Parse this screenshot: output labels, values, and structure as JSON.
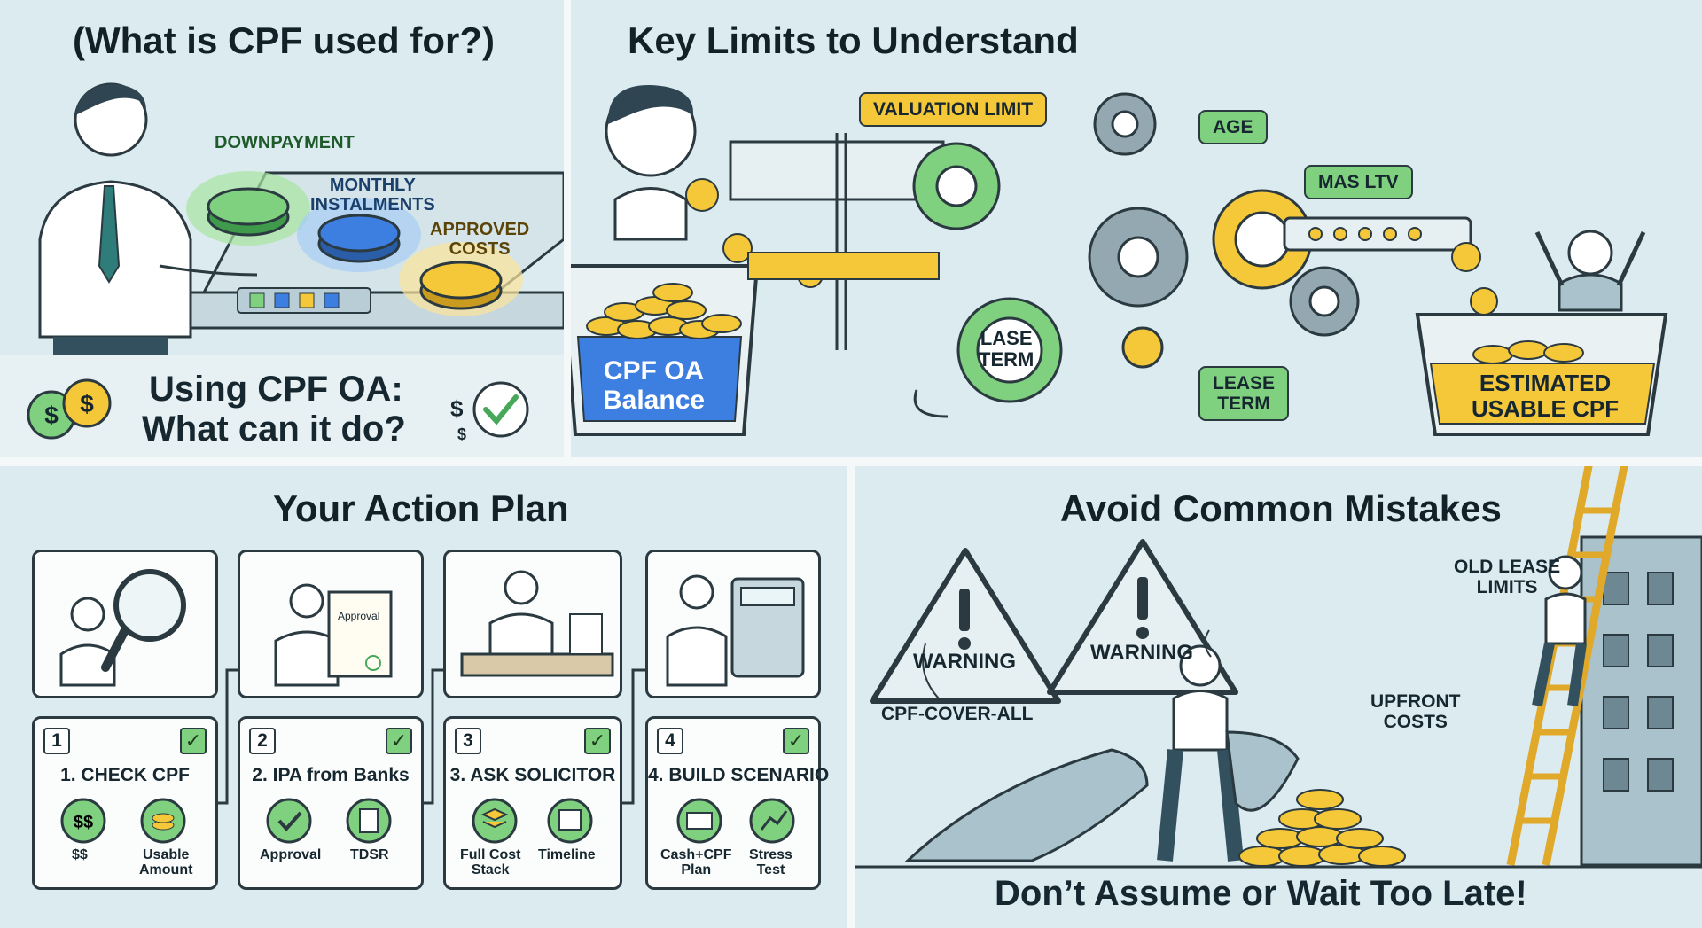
{
  "panel1": {
    "title": "(What is CPF used for?)",
    "buttons": {
      "downpayment": "DOWNPAYMENT",
      "monthly": "MONTHLY\nINSTALMENTS",
      "approved": "APPROVED\nCOSTS"
    },
    "subtitle_line1": "Using CPF OA:",
    "subtitle_line2": "What can it do?",
    "coin_symbol": "$"
  },
  "panel2": {
    "title": "Key Limits to Understand",
    "labels": {
      "valuation_limit": "VALUATION LIMIT",
      "age": "AGE",
      "mas_ltv": "MAS LTV",
      "lase_term": "LASE\nTERM",
      "lease_term": "LEASE\nTERM",
      "cpf_oa_balance": "CPF OA\nBalance",
      "estimated_usable": "ESTIMATED\nUSABLE CPF"
    }
  },
  "panel3": {
    "title": "Your Action Plan",
    "steps": [
      {
        "num": "1",
        "title": "1. CHECK CPF",
        "items": [
          "$$",
          "Usable\nAmount"
        ]
      },
      {
        "num": "2",
        "title": "2. IPA from Banks",
        "items": [
          "Approval",
          "TDSR"
        ],
        "doc": "Approval"
      },
      {
        "num": "3",
        "title": "3. ASK SOLICITOR",
        "items": [
          "Full Cost\nStack",
          "Timeline"
        ]
      },
      {
        "num": "4",
        "title": "4. BUILD SCENARIO",
        "items": [
          "Cash+CPF\nPlan",
          "Stress\nTest"
        ]
      }
    ]
  },
  "panel4": {
    "title": "Avoid Common Mistakes",
    "warning1": "WARNING",
    "warning2": "WARNING",
    "old_lease": "OLD LEASE\nLIMITS",
    "cpf_cover_all": "CPF-COVER-ALL",
    "upfront_costs": "UPFRONT\nCOSTS",
    "footer": "Don’t Assume or Wait Too Late!"
  },
  "colors": {
    "panel_bg": "#dcebf0",
    "green": "#7fd07f",
    "blue": "#3d7fe0",
    "yellow": "#f5c83a",
    "ink": "#2b3a40"
  }
}
